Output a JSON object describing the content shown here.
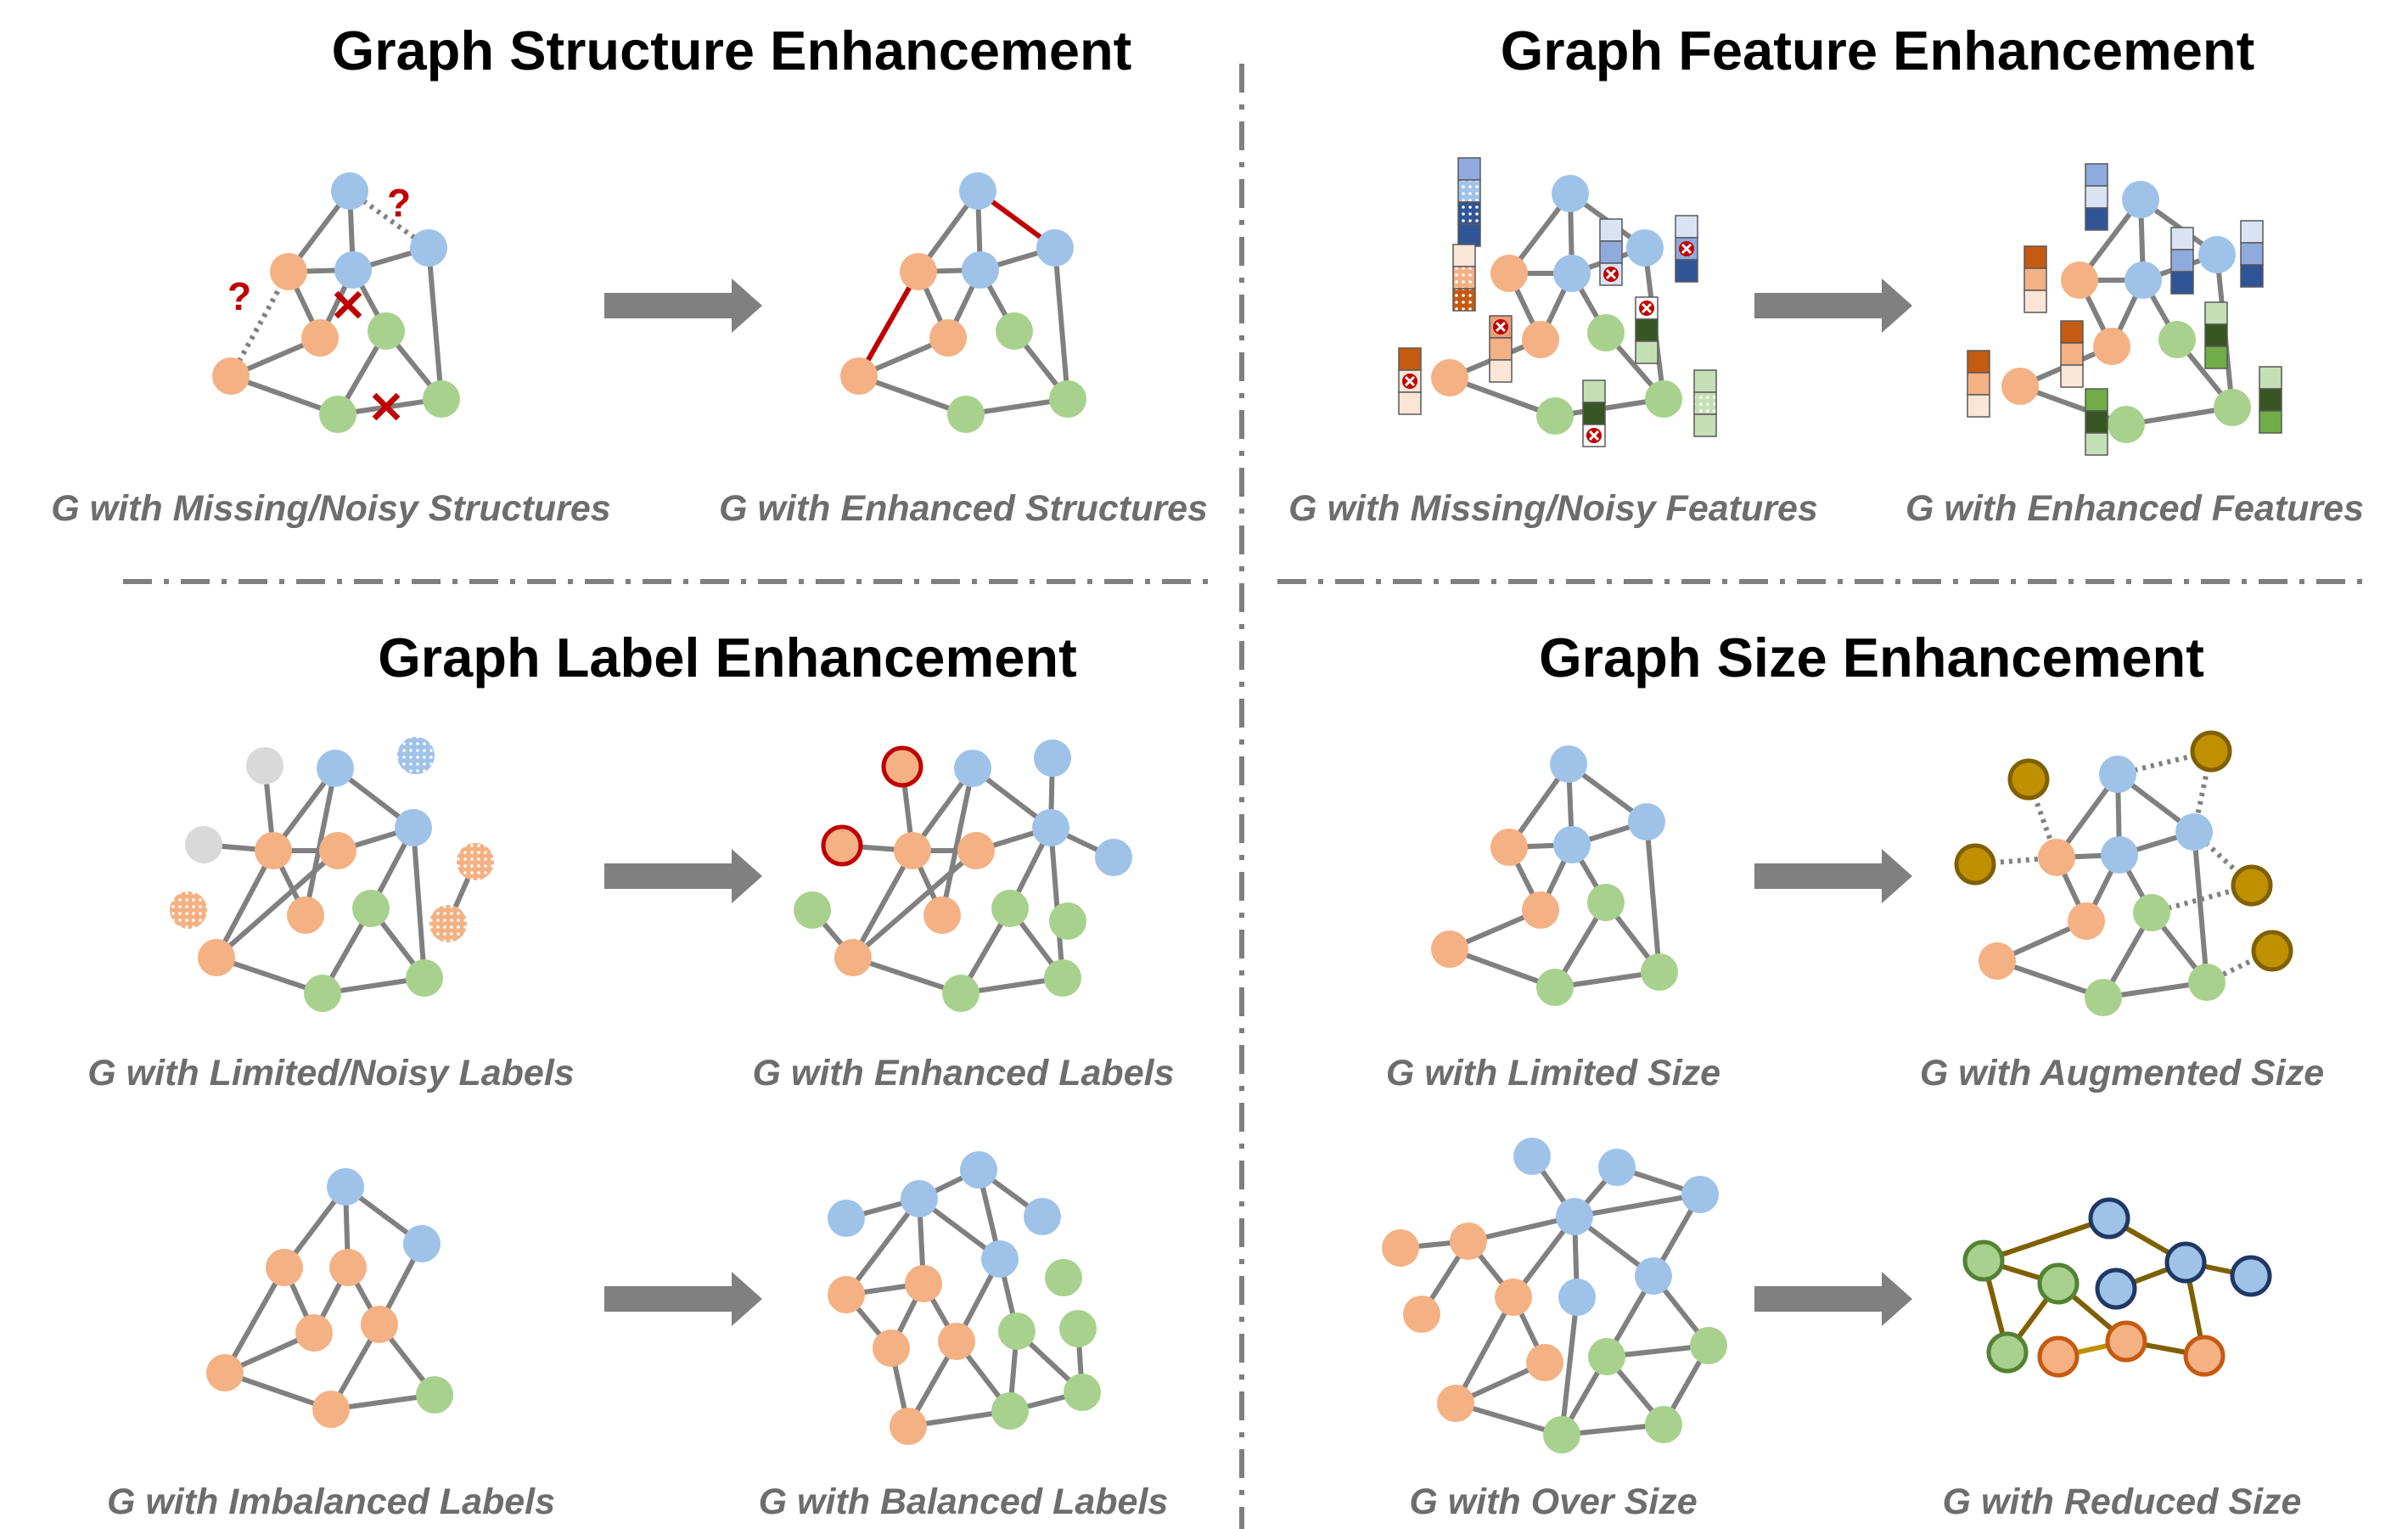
{
  "titles": {
    "structure": "Graph Structure Enhancement",
    "feature": "Graph Feature Enhancement",
    "label": "Graph Label Enhancement",
    "size": "Graph Size Enhancement"
  },
  "captions": {
    "structure_before": "G with Missing/Noisy Structures",
    "structure_after": "G with Enhanced Structures",
    "feature_before": "G with Missing/Noisy Features",
    "feature_after": "G with Enhanced Features",
    "label_before": "G with Limited/Noisy Labels",
    "label_after": "G with Enhanced Labels",
    "imbalance_before": "G with Imbalanced Labels",
    "imbalance_after": "G with Balanced Labels",
    "size_limited": "G with Limited Size",
    "size_augmented": "G with Augmented Size",
    "size_over": "G with Over Size",
    "size_reduced": "G with Reduced Size"
  },
  "marks": {
    "question": "?",
    "cross": "✕"
  },
  "colors": {
    "blue_node": "#9fc3e8",
    "orange_node": "#f4b183",
    "green_node": "#a9d18e",
    "gray_node": "#d9d9d9",
    "gold_node": "#bf9000",
    "edge": "#808080",
    "highlight": "#c00000",
    "arrow": "#808080",
    "divider": "#7f7f7f"
  }
}
